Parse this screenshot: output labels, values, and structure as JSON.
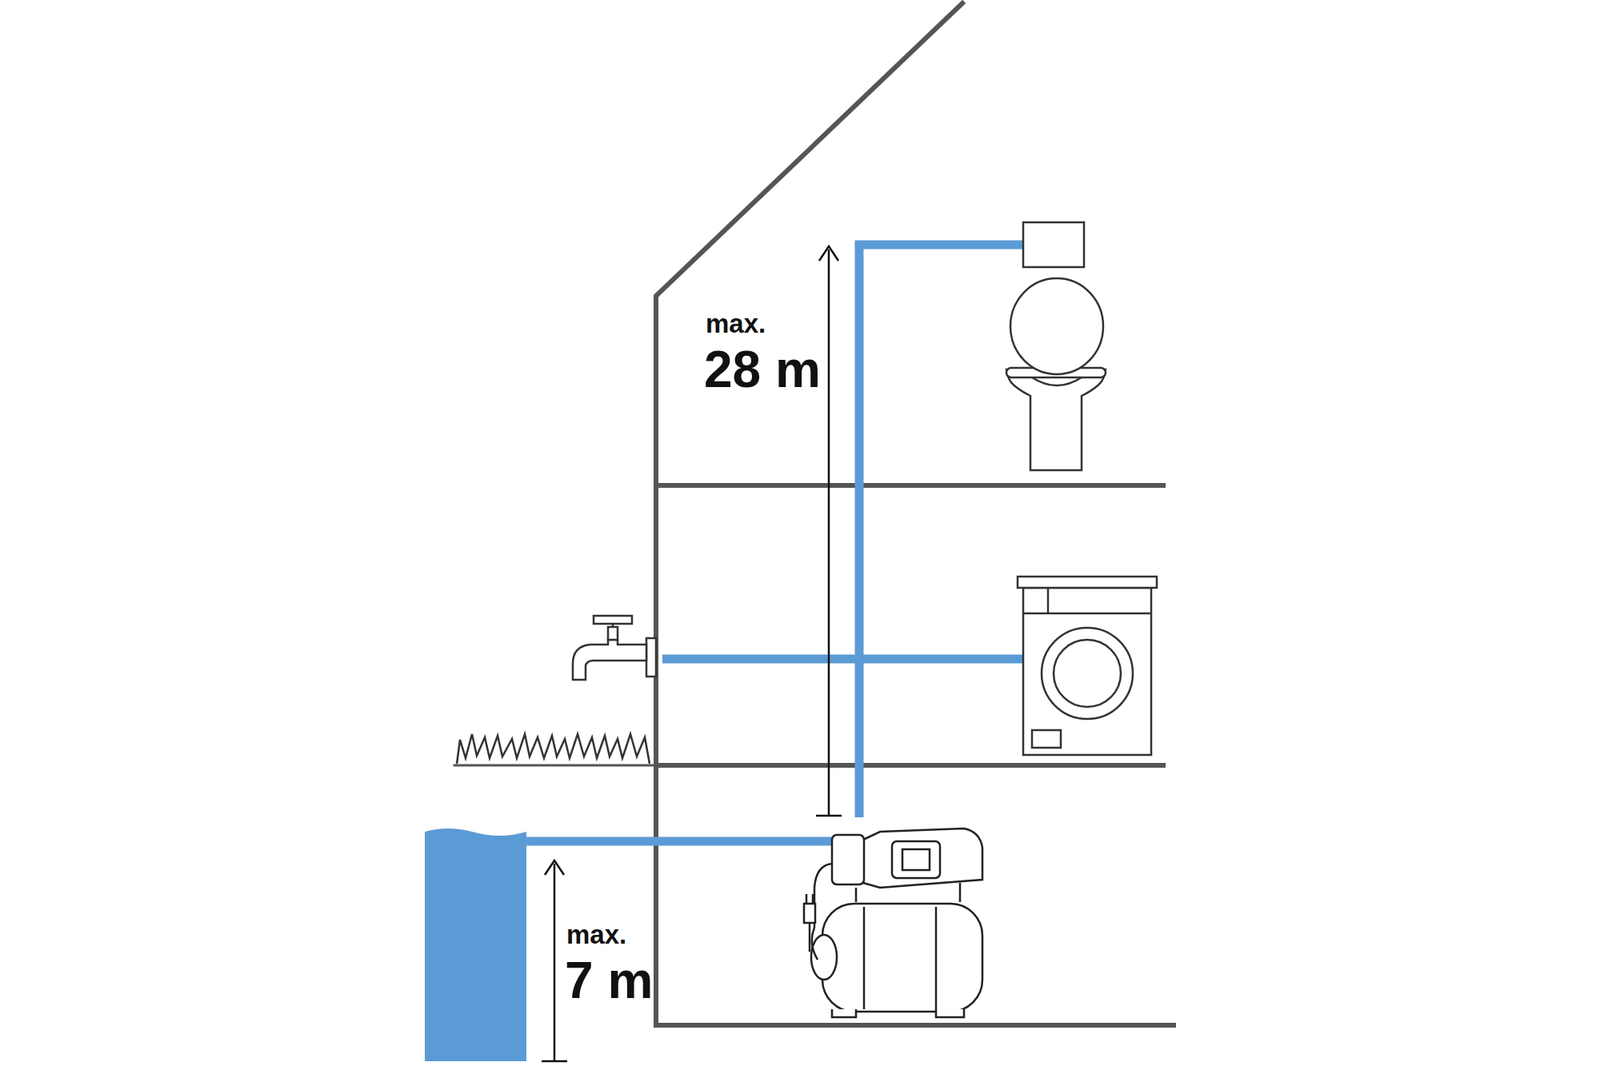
{
  "diagram": {
    "labels": [
      "max.",
      "28 m",
      "max.",
      "7 m"
    ]
  }
}
